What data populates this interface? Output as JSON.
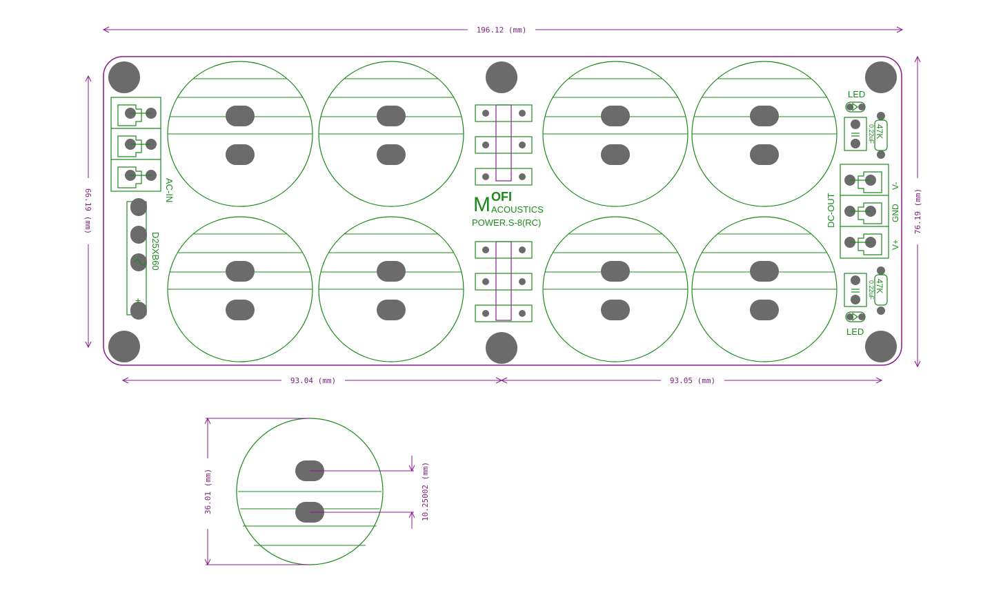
{
  "dimensions": {
    "top_width": "196.12 (mm)",
    "bottom_left": "93.04 (mm)",
    "bottom_right": "93.05 (mm)",
    "left_height": "66.19 (mm)",
    "right_height": "76.19 (mm)",
    "cap_diameter": "36.01 (mm)",
    "pin_spacing": "10.25002 (mm)"
  },
  "labels": {
    "ac_in": "AC-IN",
    "bridge": "D25XB60",
    "bridge_minus": "-",
    "bridge_plus": "+",
    "logo_mark": "M",
    "logo_ofi": "OFI",
    "logo_acoustics": "ACOUSTICS",
    "model": "POWER.S-8(RC)",
    "led_top": "LED",
    "led_bottom": "LED",
    "cap_value_top": "0.22uF",
    "res_value_top": "47K",
    "cap_value_bottom": "0.22uF",
    "res_value_bottom": "47K",
    "dc_out": "DC-OUT",
    "v_minus": "V-",
    "gnd": "GND",
    "v_plus": "V+"
  },
  "colors": {
    "outline": "#8b1a8b",
    "silkscreen": "#1a8a1a",
    "pads": "#6b6b6b"
  }
}
